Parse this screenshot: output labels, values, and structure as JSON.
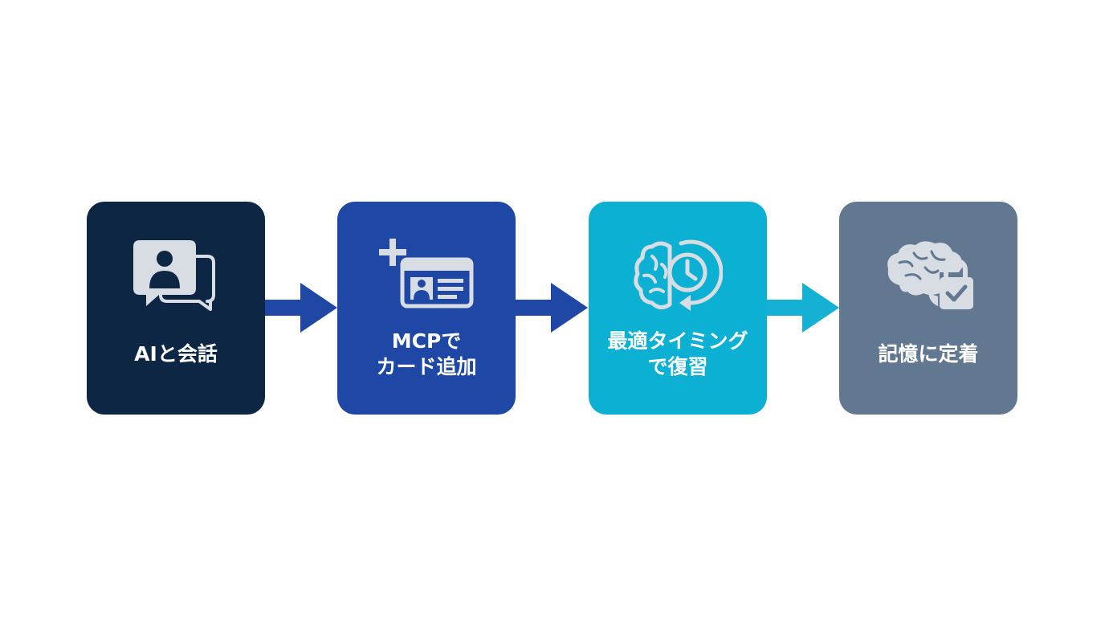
{
  "colors": {
    "background": "#ffffff",
    "step1": "#0c2644",
    "step2": "#1f47a6",
    "step3": "#0cb0d3",
    "step4": "#627890",
    "icon_light": "#d8dde4",
    "icon_dark": "#0c2644",
    "arrow1": "#1f47a6",
    "arrow2": "#1f47a6",
    "arrow3": "#14b1d4"
  },
  "steps": [
    {
      "icon": "chat-person-icon",
      "label_lines": [
        "AIと会話"
      ]
    },
    {
      "icon": "add-card-icon",
      "label_lines": [
        "MCPで",
        "カード追加"
      ]
    },
    {
      "icon": "brain-clock-icon",
      "label_lines": [
        "最適タイミング",
        "で復習"
      ]
    },
    {
      "icon": "brain-lock-icon",
      "label_lines": [
        "記憶に定着"
      ]
    }
  ]
}
